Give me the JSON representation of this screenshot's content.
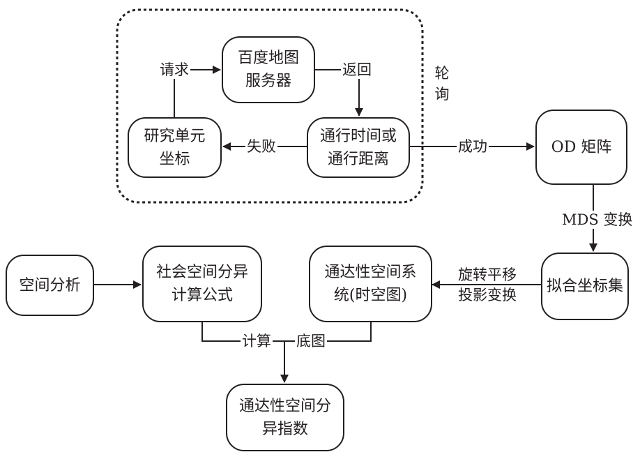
{
  "group_label": "轮\n询",
  "nodes": {
    "baidu": "百度地图\n服务器",
    "coords": "研究单元\n坐标",
    "time": "通行时间或\n通行距离",
    "od": "OD 矩阵",
    "fit": "拟合坐标集",
    "system": "通达性空间系\n统(时空图)",
    "formula": "社会空间分异\n计算公式",
    "analysis": "空间分析",
    "index": "通达性空间分\n异指数"
  },
  "edges": {
    "request": "请求",
    "return": "返回",
    "fail": "失败",
    "success": "成功",
    "mds": "MDS 变换",
    "rotate_line1": "旋转平移",
    "rotate_line2": "投影变换",
    "calc": "计算",
    "base": "底图"
  },
  "colors": {
    "stroke": "#231f20",
    "background": "#ffffff"
  }
}
